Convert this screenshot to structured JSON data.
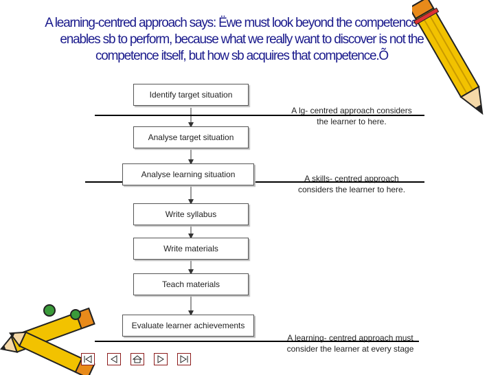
{
  "title": "A learning-centred approach says: Ëwe must look beyond the competence that enables sb to perform, because what we really want to discover is not the competence itself, but how sb acquires that competence.Õ",
  "steps": [
    "Identify target situation",
    "Analyse target situation",
    "Analyse learning situation",
    "Write syllabus",
    "Write materials",
    "Teach materials",
    "Evaluate learner achievements"
  ],
  "notes": {
    "lg": "A lg- centred approach  considers\nthe learner to here.",
    "skills": "A skills- centred approach\nconsiders the learner to here.",
    "learning": "A learning- centred approach  must\nconsider the learner at every stage"
  },
  "colors": {
    "title": "#1a1a8c",
    "nav_border": "#8b1a1a",
    "pencil_yellow": "#f2c200",
    "pencil_orange": "#e88a1a"
  },
  "nav_icons": [
    "first-slide-icon",
    "previous-slide-icon",
    "home-icon",
    "next-slide-icon",
    "last-slide-icon"
  ]
}
